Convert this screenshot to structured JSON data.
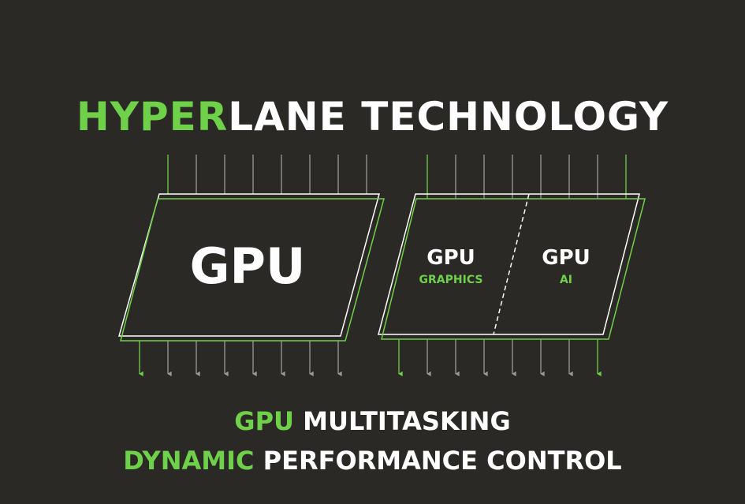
{
  "title": {
    "accent": "HYPER",
    "rest": "LANE TECHNOLOGY"
  },
  "left_block": {
    "label": "GPU"
  },
  "right_block": {
    "left_label": "GPU",
    "left_sub": "GRAPHICS",
    "right_label": "GPU",
    "right_sub": "AI"
  },
  "features": [
    {
      "accent": "GPU",
      "rest": " MULTITASKING"
    },
    {
      "accent": "DYNAMIC",
      "rest": " PERFORMANCE CONTROL"
    }
  ],
  "colors": {
    "background": "#2b2926",
    "accent": "#6fd04a",
    "line_gray": "#9a9a9a",
    "white": "#ffffff"
  }
}
